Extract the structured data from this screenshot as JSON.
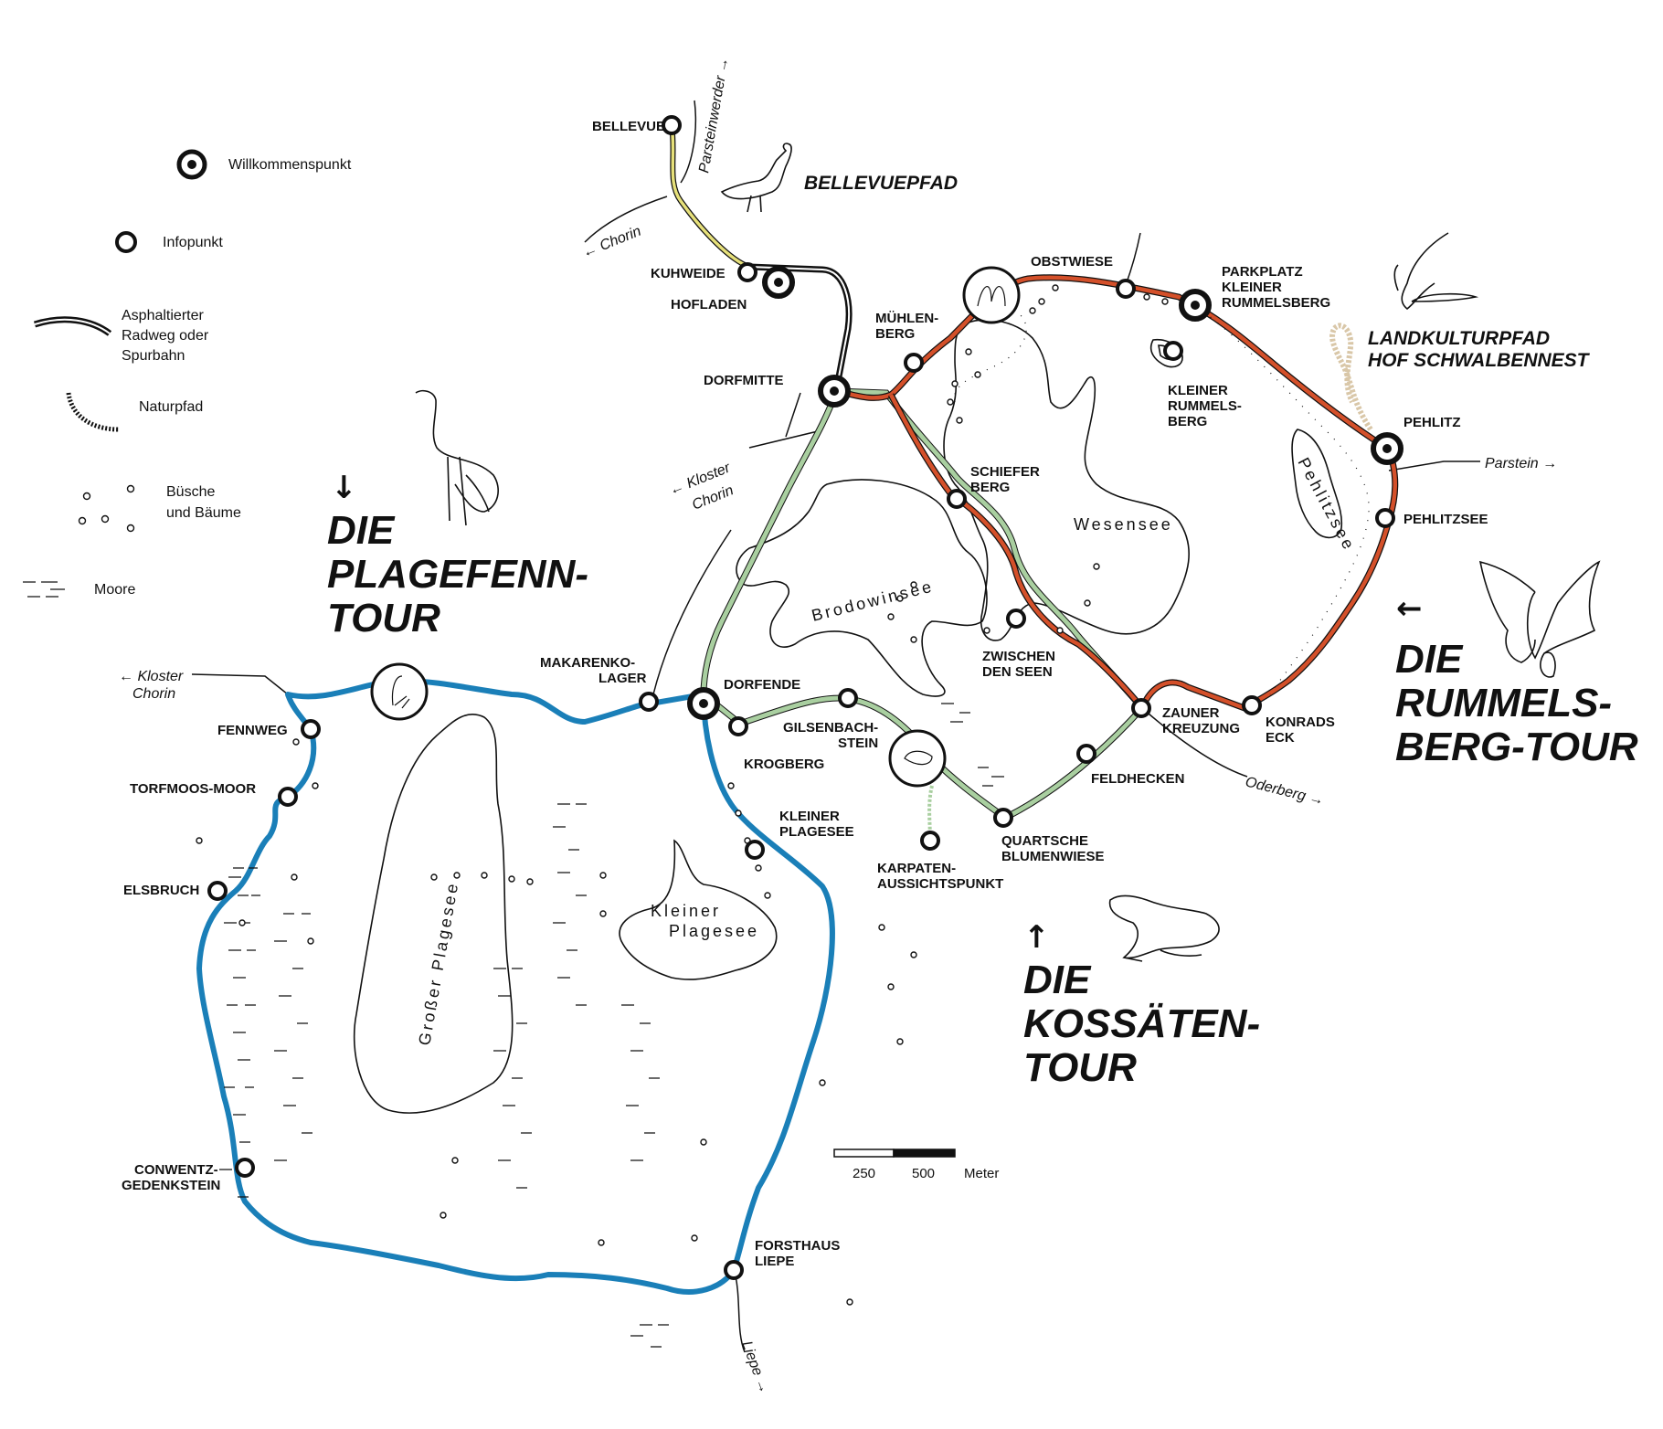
{
  "legend": {
    "willkommenspunkt": "Willkommenspunkt",
    "infopunkt": "Infopunkt",
    "asphalt_line1": "Asphaltierter",
    "asphalt_line2": "Radweg oder",
    "asphalt_line3": "Spurbahn",
    "naturpfad": "Naturpfad",
    "buesche_line1": "Büsche",
    "buesche_line2": "und Bäume",
    "moore": "Moore"
  },
  "colors": {
    "plagefenn": "#1a7fb8",
    "rummelsberg": "#d4502a",
    "kossaeten": "#a9cfa0",
    "bellevue": "#e6e07a",
    "landkultur": "#d9c7a8",
    "ink": "#111111"
  },
  "tours": {
    "plagefenn": {
      "line1": "DIE",
      "line2": "PLAGEFENN-",
      "line3": "TOUR",
      "arrow": "↓"
    },
    "rummelsberg": {
      "line1": "DIE",
      "line2": "RUMMELS-",
      "line3": "BERG-TOUR",
      "arrow": "←"
    },
    "kossaeten": {
      "line1": "DIE",
      "line2": "KOSSÄTEN-",
      "line3": "TOUR",
      "arrow": "↑"
    }
  },
  "paths": {
    "bellevuepfad": "BELLEVUEPFAD",
    "landkultur_line1": "LANDKULTURPFAD",
    "landkultur_line2": "HOF SCHWALBENNEST"
  },
  "lakes": {
    "wesensee": "Wesensee",
    "brodowinsee": "Brodowinsee",
    "pehlitzsee": "Pehlitzsee",
    "grosser_plagesee": "Großer Plagesee",
    "kleiner_plagesee_1": "Kleiner",
    "kleiner_plagesee_2": "Plagesee"
  },
  "directions": {
    "chorin": "← Chorin",
    "parsteinwerder": "Parsteinwerder →",
    "kloster_chorin_mid_1": "← Kloster",
    "kloster_chorin_mid_2": "Chorin",
    "kloster_chorin_left_1": "← Kloster",
    "kloster_chorin_left_2": "Chorin",
    "parstein": "Parstein →",
    "oderberg": "Oderberg →",
    "liepe": "Liepe →"
  },
  "points": {
    "bellevue": "BELLEVUE",
    "kuhweide": "KUHWEIDE",
    "hofladen": "HOFLADEN",
    "dorfmitte": "DORFMITTE",
    "muehlenberg_1": "MÜHLEN-",
    "muehlenberg_2": "BERG",
    "obstwiese": "OBSTWIESE",
    "parkplatz_1": "PARKPLATZ",
    "parkplatz_2": "KLEINER",
    "parkplatz_3": "RUMMELSBERG",
    "kleiner_rummelsberg_1": "KLEINER",
    "kleiner_rummelsberg_2": "RUMMELS-",
    "kleiner_rummelsberg_3": "BERG",
    "pehlitz": "PEHLITZ",
    "pehlitzsee": "PEHLITZSEE",
    "schieferberg_1": "SCHIEFER",
    "schieferberg_2": "BERG",
    "zwischen_1": "ZWISCHEN",
    "zwischen_2": "DEN SEEN",
    "zauner_1": "ZAUNER",
    "zauner_2": "KREUZUNG",
    "konrads_1": "KONRADS",
    "konrads_2": "ECK",
    "feldhecken": "FELDHECKEN",
    "quartsche_1": "QUARTSCHE",
    "quartsche_2": "BLUMENWIESE",
    "karpaten_1": "KARPATEN-",
    "karpaten_2": "AUSSICHTSPUNKT",
    "gilsenbach_1": "GILSENBACH-",
    "gilsenbach_2": "STEIN",
    "krogberg": "KROGBERG",
    "dorfende": "DORFENDE",
    "makarenko_1": "MAKARENKO-",
    "makarenko_2": "LAGER",
    "fennweg": "FENNWEG",
    "torfmoos": "TORFMOOS-MOOR",
    "elsbruch": "ELSBRUCH",
    "conwentz_1": "CONWENTZ-",
    "conwentz_2": "GEDENKSTEIN",
    "forsthaus_1": "FORSTHAUS",
    "forsthaus_2": "LIEPE",
    "kleiner_plagesee_1": "KLEINER",
    "kleiner_plagesee_2": "PLAGESEE"
  },
  "scale": {
    "mark1": "250",
    "mark2": "500",
    "unit": "Meter"
  }
}
